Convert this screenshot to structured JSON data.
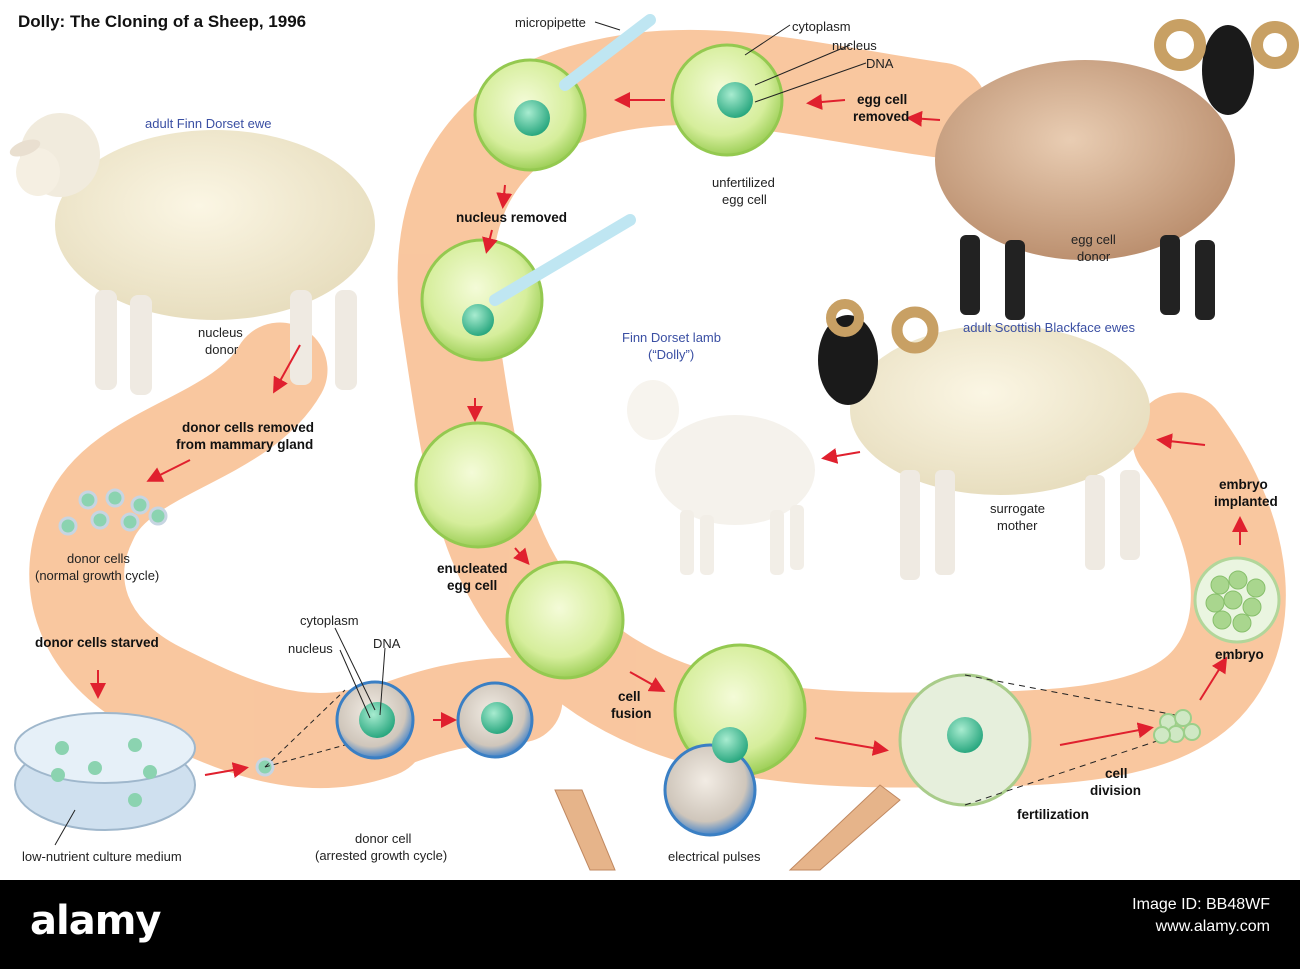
{
  "title": "Dolly: The Cloning of a Sheep, 1996",
  "labels": {
    "adult_finn_dorset_ewe": "adult Finn Dorset ewe",
    "nucleus_donor_1": "nucleus",
    "nucleus_donor_2": "donor",
    "donor_cells_removed_1": "donor cells removed",
    "donor_cells_removed_2": "from mammary gland",
    "donor_cells_1": "donor cells",
    "donor_cells_2": "(normal growth cycle)",
    "donor_cells_starved": "donor cells starved",
    "culture_medium": "low-nutrient culture medium",
    "cytoplasm_bottom": "cytoplasm",
    "nucleus_bottom": "nucleus",
    "dna_bottom": "DNA",
    "donor_cell_1": "donor cell",
    "donor_cell_2": "(arrested growth cycle)",
    "micropipette": "micropipette",
    "cytoplasm_top": "cytoplasm",
    "nucleus_top": "nucleus",
    "dna_top": "DNA",
    "egg_cell_removed_1": "egg cell",
    "egg_cell_removed_2": "removed",
    "unfertilized_1": "unfertilized",
    "unfertilized_2": "egg cell",
    "egg_cell_donor_1": "egg cell",
    "egg_cell_donor_2": "donor",
    "nucleus_removed": "nucleus removed",
    "enucleated_1": "enucleated",
    "enucleated_2": "egg cell",
    "cell_fusion_1": "cell",
    "cell_fusion_2": "fusion",
    "electrical_pulses": "electrical pulses",
    "finn_dorset_lamb_1": "Finn Dorset lamb",
    "finn_dorset_lamb_2": "(“Dolly”)",
    "adult_scottish_blackface": "adult Scottish Blackface ewes",
    "surrogate_1": "surrogate",
    "surrogate_2": "mother",
    "embryo_implanted_1": "embryo",
    "embryo_implanted_2": "implanted",
    "embryo": "embryo",
    "cell_division_1": "cell",
    "cell_division_2": "division",
    "fertilization": "fertilization"
  },
  "footer": {
    "logo": "alamy",
    "image_id": "Image ID: BB48WF",
    "site": "www.alamy.com"
  },
  "colors": {
    "path": "#f9c49a",
    "arrow": "#e0202e",
    "egg": "#c8e68a",
    "donor_cell": "#b8c8d8",
    "label_blue": "#3a4fa3"
  }
}
